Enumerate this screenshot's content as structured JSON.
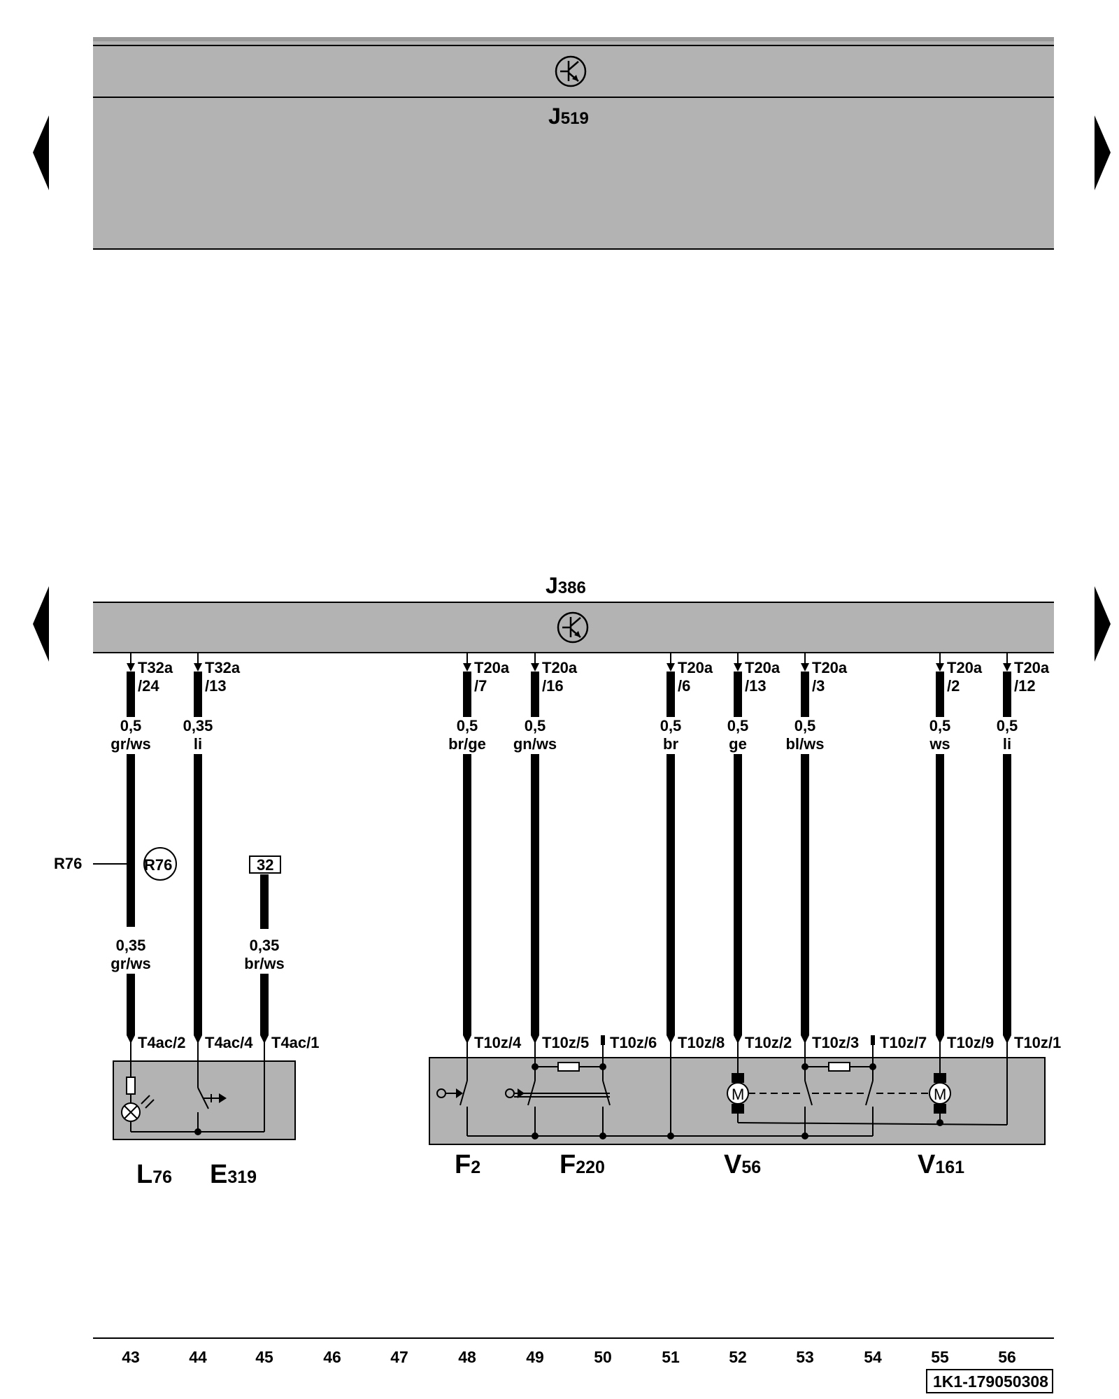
{
  "title_top": {
    "letter": "J",
    "sub": "519"
  },
  "title_mid": {
    "letter": "J",
    "sub": "386"
  },
  "wires": [
    {
      "name": "T32a-24",
      "pin": [
        "T32a",
        "/24"
      ],
      "gauge": "0,5",
      "color": "gr/ws"
    },
    {
      "name": "T32a-13",
      "pin": [
        "T32a",
        "/13"
      ],
      "gauge": "0,35",
      "color": "li"
    },
    {
      "name": "T20a-7",
      "pin": [
        "T20a",
        "/7"
      ],
      "gauge": "0,5",
      "color": "br/ge"
    },
    {
      "name": "T20a-16",
      "pin": [
        "T20a",
        "/16"
      ],
      "gauge": "0,5",
      "color": "gn/ws"
    },
    {
      "name": "T20a-6",
      "pin": [
        "T20a",
        "/6"
      ],
      "gauge": "0,5",
      "color": "br"
    },
    {
      "name": "T20a-13",
      "pin": [
        "T20a",
        "/13"
      ],
      "gauge": "0,5",
      "color": "ge"
    },
    {
      "name": "T20a-3",
      "pin": [
        "T20a",
        "/3"
      ],
      "gauge": "0,5",
      "color": "bl/ws"
    },
    {
      "name": "T20a-2",
      "pin": [
        "T20a",
        "/2"
      ],
      "gauge": "0,5",
      "color": "ws"
    },
    {
      "name": "T20a-12",
      "pin": [
        "T20a",
        "/12"
      ],
      "gauge": "0,5",
      "color": "li"
    }
  ],
  "lower_wires": [
    {
      "gauge": "0,35",
      "color": "gr/ws"
    },
    {
      "gauge": "0,35",
      "color": "br/ws"
    }
  ],
  "splice": {
    "label": "R76",
    "circle": "R76"
  },
  "ref_box": "32",
  "bottom_pins": [
    "T4ac/2",
    "T4ac/4",
    "T4ac/1",
    "T10z/4",
    "T10z/5",
    "T10z/6",
    "T10z/8",
    "T10z/2",
    "T10z/3",
    "T10z/7",
    "T10z/9",
    "T10z/1"
  ],
  "components": [
    {
      "letter": "L",
      "sub": "76"
    },
    {
      "letter": "E",
      "sub": "319"
    },
    {
      "letter": "F",
      "sub": "2"
    },
    {
      "letter": "F",
      "sub": "220"
    },
    {
      "letter": "V",
      "sub": "56"
    },
    {
      "letter": "V",
      "sub": "161"
    }
  ],
  "motor_label": "M",
  "columns": [
    "43",
    "44",
    "45",
    "46",
    "47",
    "48",
    "49",
    "50",
    "51",
    "52",
    "53",
    "54",
    "55",
    "56"
  ],
  "doc_id": "1K1-179050308"
}
